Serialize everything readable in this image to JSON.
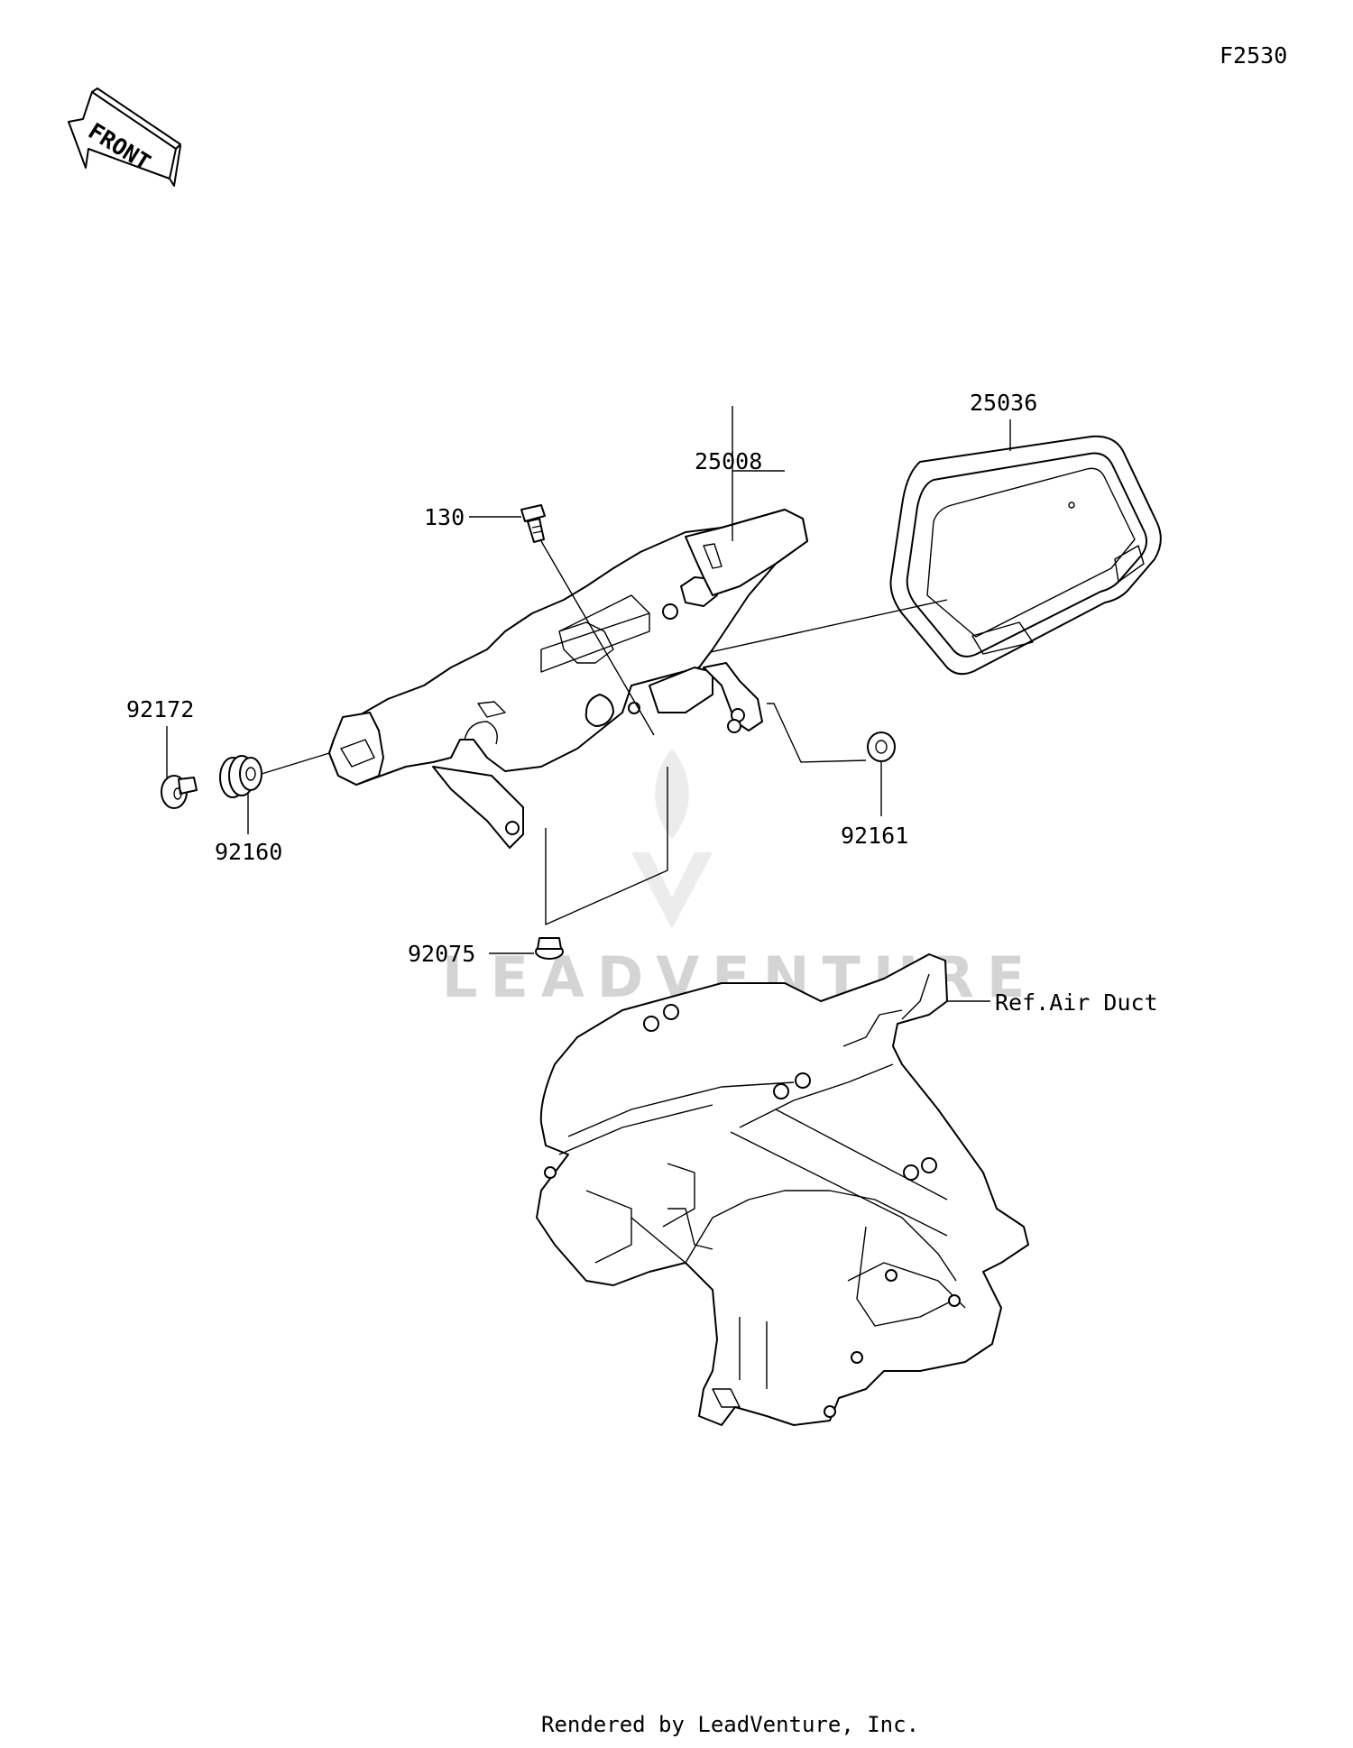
{
  "figure_code": "F2530",
  "front_arrow_text": "FRONT",
  "watermark_text": "LEADVENTURE",
  "footer_text": "Rendered by LeadVenture, Inc.",
  "parts": [
    {
      "number": "25036"
    },
    {
      "number": "25008"
    },
    {
      "number": "130"
    },
    {
      "number": "92172"
    },
    {
      "number": "92160"
    },
    {
      "number": "92161"
    },
    {
      "number": "92075"
    }
  ],
  "reference_label": "Ref.Air Duct"
}
